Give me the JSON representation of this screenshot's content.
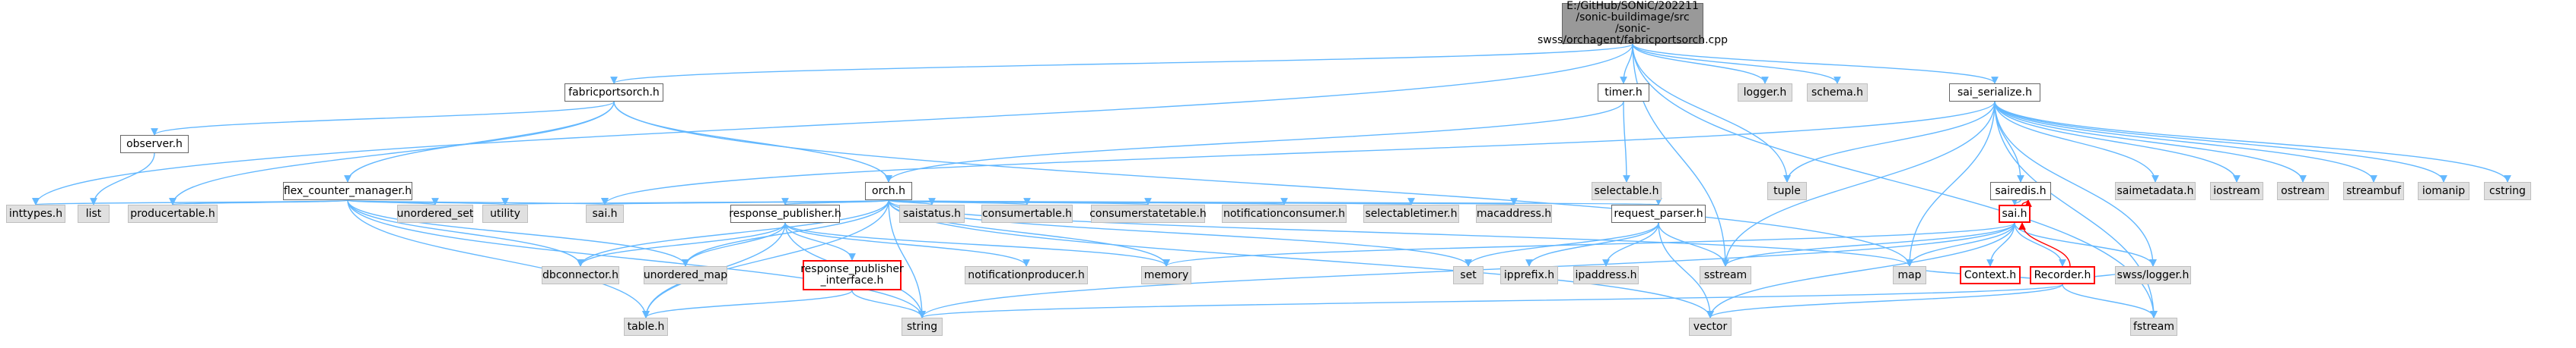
{
  "graph": {
    "root_label": "E:/GitHub/SONiC/202211\n/sonic-buildimage/src\n/sonic-swss/orchagent/fabricportsorch.cpp",
    "nodes": {
      "fabricportsorch_h": "fabricportsorch.h",
      "timer_h": "timer.h",
      "logger_h": "logger.h",
      "schema_h": "schema.h",
      "sai_serialize_h": "sai_serialize.h",
      "observer_h": "observer.h",
      "flex_counter_manager_h": "flex_counter_manager.h",
      "orch_h": "orch.h",
      "selectable_h": "selectable.h",
      "tuple": "tuple",
      "sairedis_h": "sairedis.h",
      "saimetadata_h": "saimetadata.h",
      "iostream": "iostream",
      "ostream": "ostream",
      "streambuf": "streambuf",
      "iomanip": "iomanip",
      "cstring": "cstring",
      "inttypes_h": "inttypes.h",
      "list": "list",
      "producertable_h": "producertable.h",
      "unordered_set": "unordered_set",
      "utility": "utility",
      "sai_h_top": "sai.h",
      "saistatus_h": "saistatus.h",
      "consumertable_h": "consumertable.h",
      "consumerstatetable_h": "consumerstatetable.h",
      "notificationconsumer_h": "notificationconsumer.h",
      "selectabletimer_h": "selectabletimer.h",
      "macaddress_h": "macaddress.h",
      "response_publisher_h": "response_publisher.h",
      "request_parser_h": "request_parser.h",
      "sai_h_red": "sai.h",
      "response_publisher_interface_h": "response_publisher\n_interface.h",
      "notificationproducer_h": "notificationproducer.h",
      "memory": "memory",
      "set": "set",
      "ipprefix_h": "ipprefix.h",
      "ipaddress_h": "ipaddress.h",
      "sstream": "sstream",
      "map": "map",
      "context_h": "Context.h",
      "recorder_h": "Recorder.h",
      "swss_logger_h": "swss/logger.h",
      "dbconnector_h": "dbconnector.h",
      "unordered_map": "unordered_map",
      "table_h": "table.h",
      "string": "string",
      "vector": "vector",
      "fstream": "fstream"
    }
  }
}
